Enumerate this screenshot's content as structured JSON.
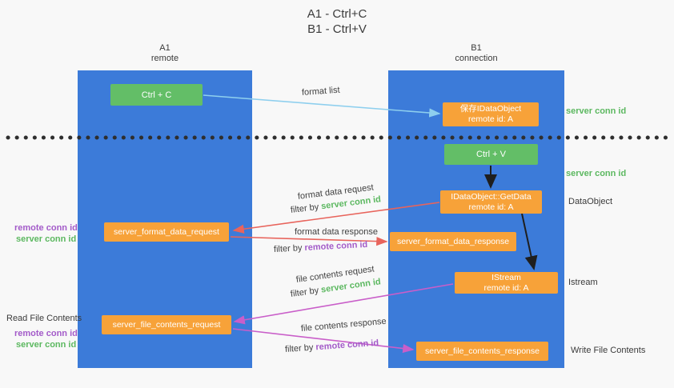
{
  "title": {
    "line1": "A1 - Ctrl+C",
    "line2": "B1 - Ctrl+V"
  },
  "lanes": {
    "left": {
      "name": "A1",
      "subtitle": "remote"
    },
    "right": {
      "name": "B1",
      "subtitle": "connection"
    }
  },
  "nodes": {
    "ctrl_c": "Ctrl + C",
    "ctrl_v": "Ctrl + V",
    "save_dataobject": {
      "line1": "保存IDataObject",
      "line2": "remote id: A"
    },
    "getdata": {
      "line1": "IDataObject::GetData",
      "line2": "remote id: A"
    },
    "istream": {
      "line1": "IStream",
      "line2": "remote id: A"
    },
    "format_request": "server_format_data_request",
    "format_response": "server_format_data_response",
    "file_request": "server_file_contents_request",
    "file_response": "server_file_contents_response"
  },
  "arrow_labels": {
    "format_list": "format list",
    "format_data_request": "format data request",
    "format_data_response": "format data response",
    "file_contents_request": "file contents request",
    "file_contents_response": "file contents response",
    "filter_by": "filter by ",
    "server_conn_id": "server conn id",
    "remote_conn_id": "remote conn id"
  },
  "side_labels": {
    "server_conn_id_top": "server conn id",
    "server_conn_id_mid": "server conn id",
    "dataobject": "DataObject",
    "istream": "Istream",
    "write_file_contents": "Write File Contents",
    "read_file_contents": "Read File Contents",
    "remote_conn_id": "remote conn id",
    "server_conn_id": "server conn id"
  },
  "colors": {
    "bg": "#f8f8f8",
    "lane-blue": "#3c7bd9",
    "green": "#63be67",
    "orange": "#f7a239",
    "arrow-blue": "#8ecfee",
    "arrow-red": "#e8645c",
    "arrow-magenta": "#c95ec9",
    "arrow-black": "#1f1f1f",
    "text-green": "#5cb860",
    "text-purple": "#a35bc9"
  }
}
